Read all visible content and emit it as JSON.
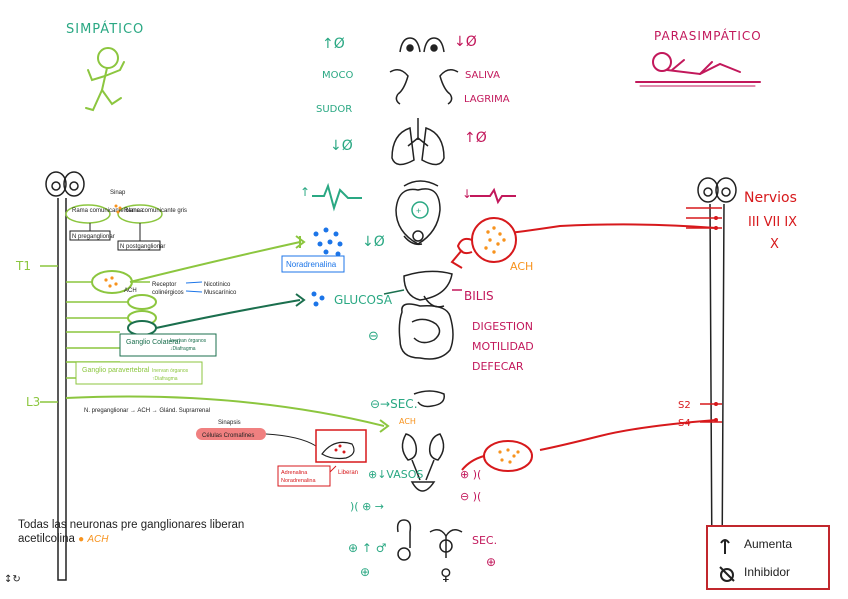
{
  "colors": {
    "sympathetic": "#2aa883",
    "sympathetic_light": "#8cc63f",
    "sympathetic_dark": "#1b6f4e",
    "parasympathetic": "#c2185b",
    "parasym_red": "#d7191c",
    "ach": "#f7931e",
    "noradrenaline": "#1c75e8",
    "ink": "#222222"
  },
  "titles": {
    "simpatico": "SIMPÁTICO",
    "parasimpatico": "PARASIMPÁTICO"
  },
  "organ_labels": {
    "eye_sym": "↑Ø",
    "eye_para": "↓Ø",
    "moco": "MOCO",
    "saliva": "SALIVA",
    "lagrima": "LAGRIMA",
    "sudor": "SUDOR",
    "lung_sym": "↓Ø",
    "lung_para": "↑Ø",
    "heart_sym_symbol": "↑",
    "heart_para_symbol": "↓",
    "heart_sym_ø": "↓Ø",
    "glucosa": "GLUCOSA",
    "bilis": "BILIS",
    "digestion": "DIGESTION",
    "motilidad": "MOTILIDAD",
    "defecar": "DEFECAR",
    "gut_minus": "⊖",
    "sec_pancreas": "⊖→SEC.",
    "ach_orange": "ACH",
    "ach_adrenal": "ACH",
    "vasos": "⊕↓VASOS",
    "bladder_plus": "⊕ )(",
    "bladder_minus": "⊖ )(",
    "bladder_left": ")( ⊕ →",
    "sex_left": "⊕ ↑ ♂",
    "sex_minus": "⊕",
    "sex_right_sec": "SEC.",
    "sex_right_plus": "⊕",
    "female": "♀"
  },
  "sym_chain": {
    "t1": "T1",
    "l3": "L3",
    "box_top_left": "Rama comunicante blanca",
    "box_top_right": "Rama comunicante gris",
    "snap_label": "Sinap",
    "n_preganglionar": "N preganglionar",
    "n_postganglionar": "N postganglionar",
    "ach": "ACH",
    "receptor": "Receptor",
    "colinergicos": "colinérgicos",
    "nicotinico": "Nicotínico",
    "muscarinico": "Muscarínico",
    "ganglio_colateral": "Ganglio Colateral",
    "colateral_note_1": "Inervan órganos",
    "colateral_note_2": "↓Diafragma",
    "ganglio_paravertebral": "Ganglio paravertebral",
    "paravertebral_note_1": "Inervan órganos",
    "paravertebral_note_2": "↑Diafragma",
    "noradrenalina": "Noradrenalina",
    "adrenal_line": "N. preganglionar → ACH → Glánd. Suprarrenal",
    "sinapsis": "Sinapsis",
    "celulas": "Células Cromafines",
    "adrenalina_1": "Adrenalina",
    "adrenalina_2": "Noradrenalina",
    "liberan": "Liberan"
  },
  "para_chain": {
    "nervios": "Nervios",
    "nerves_1": "III VII IX",
    "nerves_2": "X",
    "s2": "S2",
    "s4": "S4"
  },
  "footer_note": {
    "text": "Todas las neuronas pre ganglionares liberan acetilcolina",
    "ach_symbol": "●",
    "ach": "ACH"
  },
  "legend": {
    "aumenta": "Aumenta",
    "inhibidor": "Inhibidor"
  },
  "corner_mark": "↕↻"
}
